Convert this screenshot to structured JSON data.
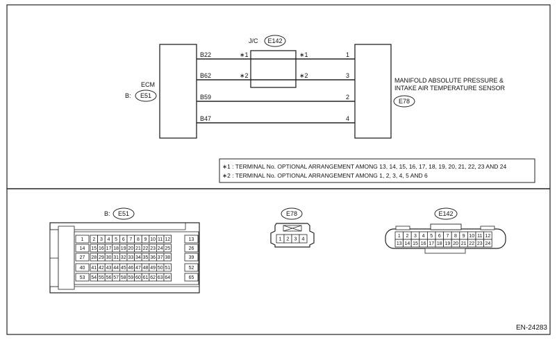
{
  "ecm": {
    "title": "ECM",
    "connector_prefix": "B:",
    "connector": "E51"
  },
  "jc": {
    "title": "J/C",
    "connector": "E142"
  },
  "sensor": {
    "line1": "MANIFOLD ABSOLUTE PRESSURE &",
    "line2": "INTAKE AIR TEMPERATURE SENSOR",
    "connector": "E78"
  },
  "wires": [
    {
      "ecm_pin": "B22",
      "jc_left": "∗1",
      "jc_right": "∗1",
      "sensor_pin": "1"
    },
    {
      "ecm_pin": "B62",
      "jc_left": "∗2",
      "jc_right": "∗2",
      "sensor_pin": "3"
    },
    {
      "ecm_pin": "B59",
      "sensor_pin": "2"
    },
    {
      "ecm_pin": "B47",
      "sensor_pin": "4"
    }
  ],
  "notes": [
    "∗1 : TERMINAL No. OPTIONAL ARRANGEMENT AMONG 13, 14, 15, 16, 17, 18, 19, 20, 21, 22, 23 AND 24",
    "∗2 : TERMINAL No. OPTIONAL ARRANGEMENT AMONG 1, 2, 3, 4, 5 AND 6"
  ],
  "views": {
    "e51": {
      "prefix": "B:",
      "label": "E51"
    },
    "e78": {
      "label": "E78"
    },
    "e142": {
      "label": "E142"
    }
  },
  "e51_pins": {
    "row1_left": "1",
    "row1": [
      "2",
      "3",
      "4",
      "5",
      "6",
      "7",
      "8",
      "9",
      "10",
      "11",
      "12"
    ],
    "row1_right": "13",
    "row2_left": "14",
    "row2": [
      "15",
      "16",
      "17",
      "18",
      "19",
      "20",
      "21",
      "22",
      "23",
      "24",
      "25"
    ],
    "row2_right": "26",
    "row3_left": "27",
    "row3": [
      "28",
      "29",
      "30",
      "31",
      "32",
      "33",
      "34",
      "35",
      "36",
      "37",
      "38"
    ],
    "row3_right": "39",
    "row4_left": "40",
    "row4": [
      "41",
      "42",
      "43",
      "44",
      "45",
      "46",
      "47",
      "48",
      "49",
      "50",
      "51"
    ],
    "row4_right": "52",
    "row5_left": "53",
    "row5": [
      "54",
      "55",
      "56",
      "57",
      "58",
      "59",
      "60",
      "61",
      "62",
      "63",
      "64"
    ],
    "row5_right": "65"
  },
  "e78_pins": [
    "1",
    "2",
    "3",
    "4"
  ],
  "e142_pins": {
    "row1": [
      "1",
      "2",
      "3",
      "4",
      "5",
      "6",
      "7",
      "8",
      "9",
      "10",
      "11",
      "12"
    ],
    "row2": [
      "13",
      "14",
      "15",
      "16",
      "17",
      "18",
      "19",
      "20",
      "21",
      "22",
      "23",
      "24"
    ]
  },
  "figure_code": "EN-24283"
}
